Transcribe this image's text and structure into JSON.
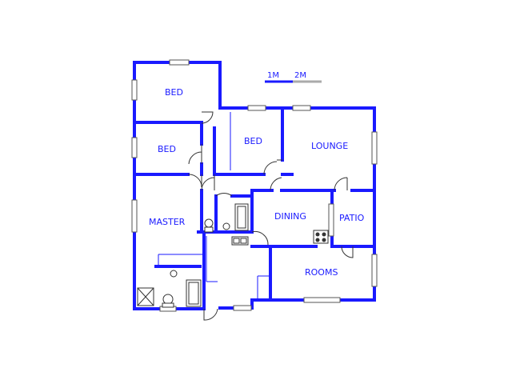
{
  "scale": {
    "label_1": "1M",
    "label_2": "2M"
  },
  "rooms": {
    "bed_1": "BED",
    "bed_2": "BED",
    "bed_3": "BED",
    "lounge": "LOUNGE",
    "master": "MASTER",
    "dining": "DINING",
    "patio": "PATIO",
    "rooms": "ROOMS"
  },
  "colors": {
    "wall": "#1a1aff",
    "label": "#1a1aff"
  }
}
